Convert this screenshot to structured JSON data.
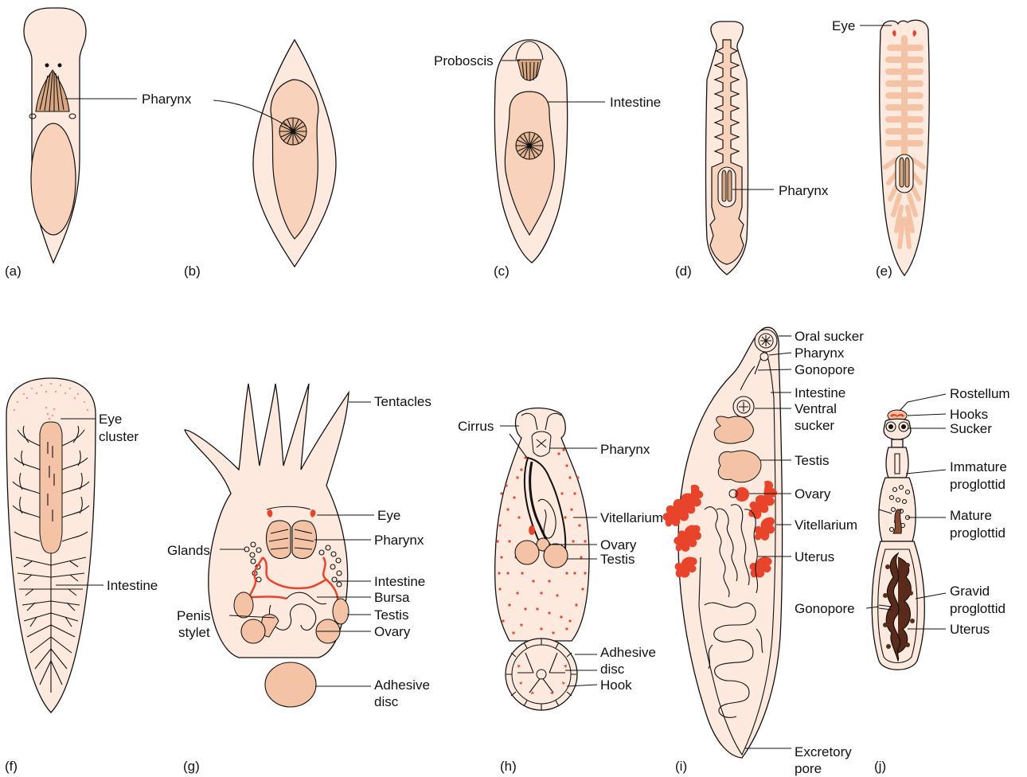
{
  "panels": {
    "a": {
      "tag": "(a)",
      "labels": {
        "pharynx": "Pharynx"
      }
    },
    "b": {
      "tag": "(b)"
    },
    "c": {
      "tag": "(c)",
      "labels": {
        "proboscis": "Proboscis",
        "intestine": "Intestine"
      }
    },
    "d": {
      "tag": "(d)",
      "labels": {
        "pharynx": "Pharynx"
      }
    },
    "e": {
      "tag": "(e)",
      "labels": {
        "eye": "Eye"
      }
    },
    "f": {
      "tag": "(f)",
      "labels": {
        "eye_cluster_1": "Eye",
        "eye_cluster_2": "cluster",
        "intestine": "Intestine"
      }
    },
    "g": {
      "tag": "(g)",
      "labels": {
        "tentacles": "Tentacles",
        "eye": "Eye",
        "glands": "Glands",
        "pharynx": "Pharynx",
        "intestine": "Intestine",
        "bursa": "Bursa",
        "penis_1": "Penis",
        "penis_2": "stylet",
        "testis": "Testis",
        "ovary": "Ovary",
        "adhesive_1": "Adhesive",
        "adhesive_2": "disc"
      }
    },
    "h": {
      "tag": "(h)",
      "labels": {
        "cirrus": "Cirrus",
        "pharynx": "Pharynx",
        "vitellarium": "Vitellarium",
        "ovary": "Ovary",
        "testis": "Testis",
        "adhesive_1": "Adhesive",
        "adhesive_2": "disc",
        "hook": "Hook"
      }
    },
    "i": {
      "tag": "(i)",
      "labels": {
        "oral_sucker": "Oral sucker",
        "pharynx": "Pharynx",
        "gonopore": "Gonopore",
        "intestine": "Intestine",
        "ventral_1": "Ventral",
        "ventral_2": "sucker",
        "testis": "Testis",
        "ovary": "Ovary",
        "vitellarium": "Vitellarium",
        "uterus": "Uterus",
        "excretory_1": "Excretory",
        "excretory_2": "pore"
      }
    },
    "j": {
      "tag": "(j)",
      "labels": {
        "rostellum": "Rostellum",
        "hooks": "Hooks",
        "sucker": "Sucker",
        "immature_1": "Immature",
        "immature_2": "proglottid",
        "mature_1": "Mature",
        "mature_2": "proglottid",
        "gonopore": "Gonopore",
        "gravid_1": "Gravid",
        "gravid_2": "proglottid",
        "uterus": "Uterus"
      }
    }
  },
  "colors": {
    "body": "#fde9dd",
    "inner": "#f9d2bb",
    "accent": "#e8432b"
  }
}
